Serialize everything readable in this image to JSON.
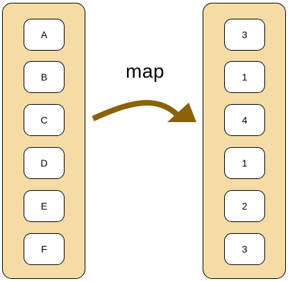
{
  "diagram": {
    "operation_label": "map",
    "input_items": [
      "A",
      "B",
      "C",
      "D",
      "E",
      "F"
    ],
    "output_items": [
      "3",
      "1",
      "4",
      "1",
      "2",
      "3"
    ],
    "colors": {
      "column_fill": "#f5dca6",
      "cell_fill": "#ffffff",
      "outline": "#000000",
      "arrow": "#8a6208"
    }
  }
}
